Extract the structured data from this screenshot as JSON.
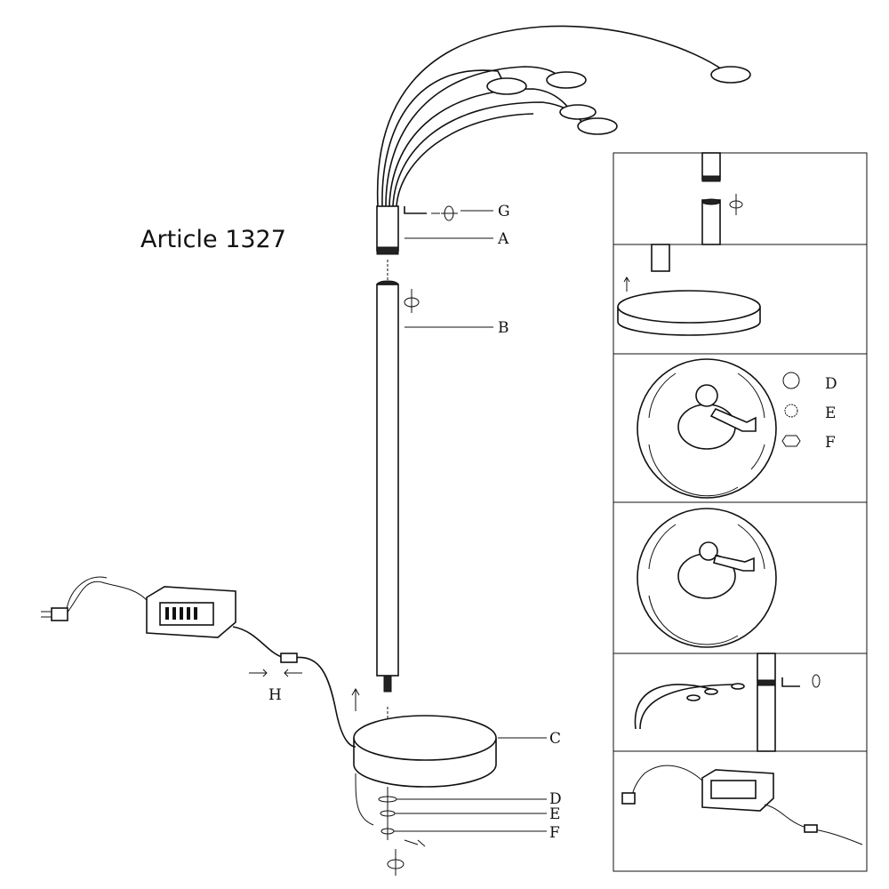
{
  "title": "Article 1327",
  "labels": {
    "g": "G",
    "a": "A",
    "b": "B",
    "c": "C",
    "d": "D",
    "e": "E",
    "f": "F",
    "h": "H"
  },
  "detail_labels": {
    "d": "D",
    "e": "E",
    "f": "F"
  },
  "colors": {
    "line": "#111111",
    "background": "#ffffff"
  }
}
